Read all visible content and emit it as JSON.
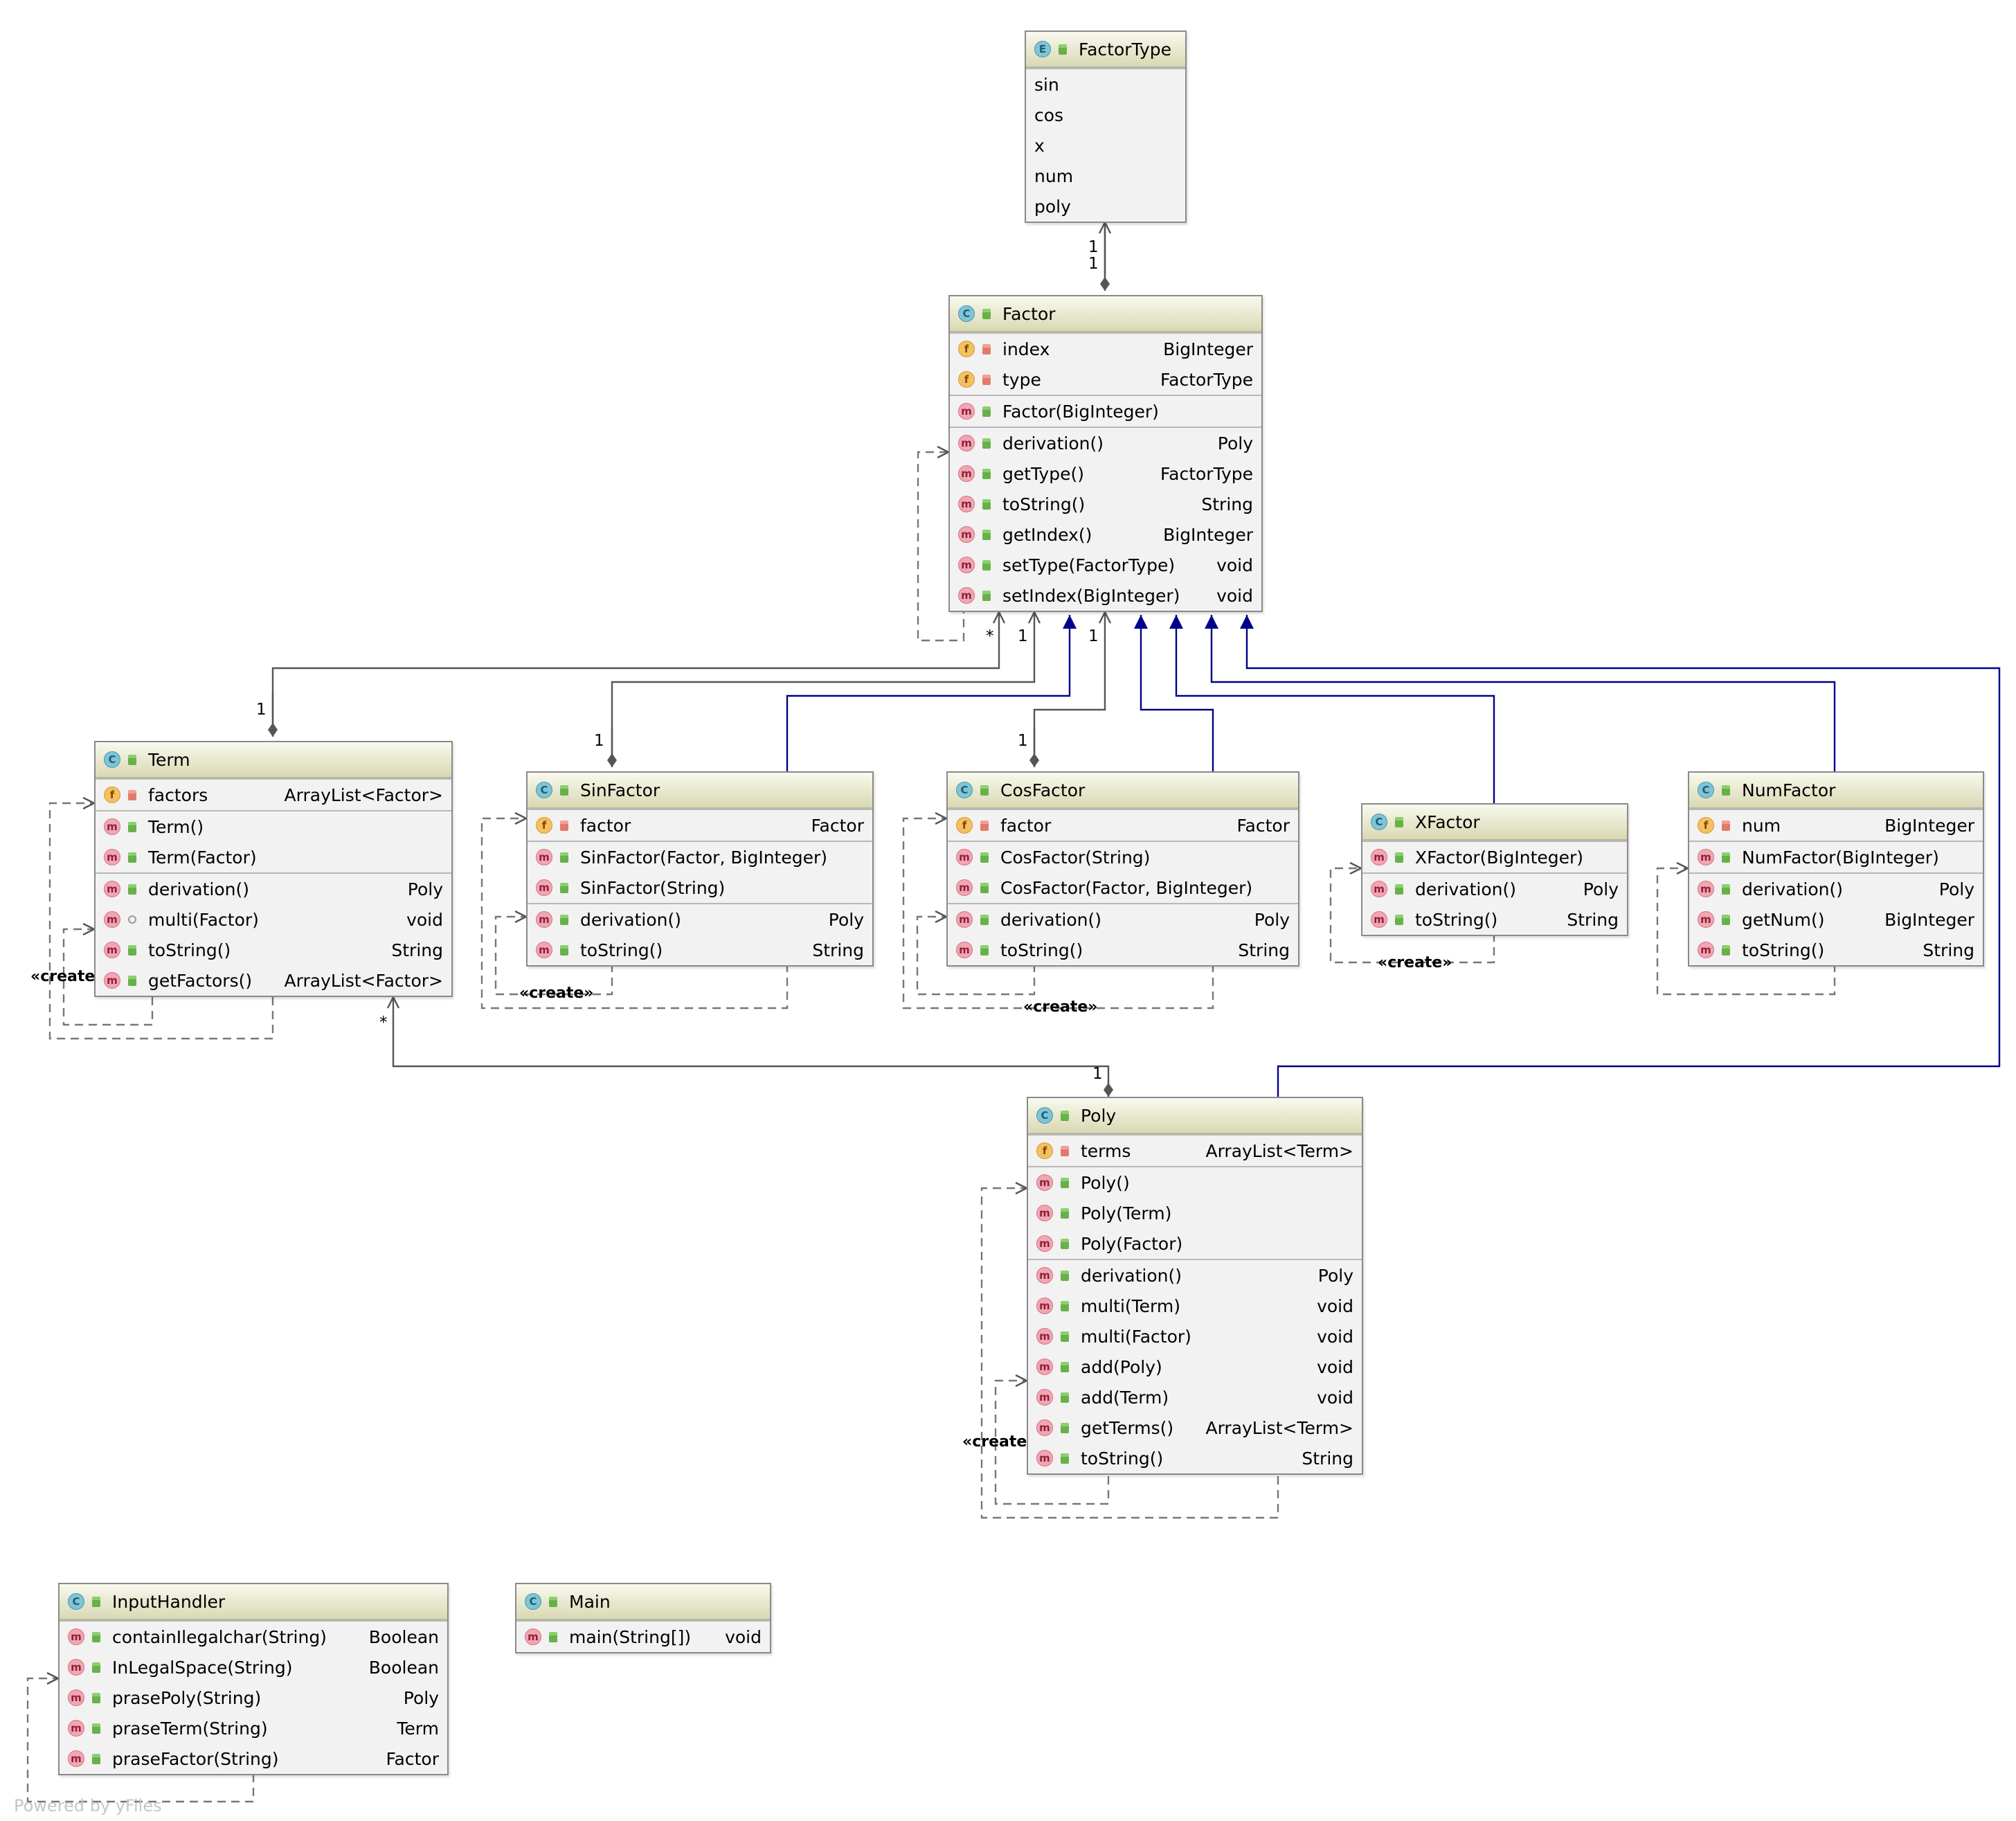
{
  "classes": {
    "factortype": {
      "kind": "E",
      "name": "FactorType",
      "sections": [
        [
          {
            "n": "sin"
          },
          {
            "n": "cos"
          },
          {
            "n": "x"
          },
          {
            "n": "num"
          },
          {
            "n": "poly"
          }
        ]
      ]
    },
    "factor": {
      "kind": "C",
      "name": "Factor",
      "sections": [
        [
          {
            "k": "f",
            "v": "priv",
            "n": "index",
            "t": "BigInteger"
          },
          {
            "k": "f",
            "v": "priv",
            "n": "type",
            "t": "FactorType"
          }
        ],
        [
          {
            "k": "m",
            "v": "pub",
            "n": "Factor(BigInteger)",
            "t": ""
          }
        ],
        [
          {
            "k": "m",
            "v": "pub",
            "n": "derivation()",
            "t": "Poly"
          },
          {
            "k": "m",
            "v": "pub",
            "n": "getType()",
            "t": "FactorType"
          },
          {
            "k": "m",
            "v": "pub",
            "n": "toString()",
            "t": "String"
          },
          {
            "k": "m",
            "v": "pub",
            "n": "getIndex()",
            "t": "BigInteger"
          },
          {
            "k": "m",
            "v": "pub",
            "n": "setType(FactorType)",
            "t": "void"
          },
          {
            "k": "m",
            "v": "pub",
            "n": "setIndex(BigInteger)",
            "t": "void"
          }
        ]
      ]
    },
    "term": {
      "kind": "C",
      "name": "Term",
      "sections": [
        [
          {
            "k": "f",
            "v": "priv",
            "n": "factors",
            "t": "ArrayList<Factor>"
          }
        ],
        [
          {
            "k": "m",
            "v": "pub",
            "n": "Term()",
            "t": ""
          },
          {
            "k": "m",
            "v": "pub",
            "n": "Term(Factor)",
            "t": ""
          }
        ],
        [
          {
            "k": "m",
            "v": "pub",
            "n": "derivation()",
            "t": "Poly"
          },
          {
            "k": "m",
            "v": "pkg",
            "n": "multi(Factor)",
            "t": "void"
          },
          {
            "k": "m",
            "v": "pub",
            "n": "toString()",
            "t": "String"
          },
          {
            "k": "m",
            "v": "pub",
            "n": "getFactors()",
            "t": "ArrayList<Factor>"
          }
        ]
      ]
    },
    "sinfactor": {
      "kind": "C",
      "name": "SinFactor",
      "sections": [
        [
          {
            "k": "f",
            "v": "priv",
            "n": "factor",
            "t": "Factor"
          }
        ],
        [
          {
            "k": "m",
            "v": "pub",
            "n": "SinFactor(Factor, BigInteger)",
            "t": ""
          },
          {
            "k": "m",
            "v": "pub",
            "n": "SinFactor(String)",
            "t": ""
          }
        ],
        [
          {
            "k": "m",
            "v": "pub",
            "n": "derivation()",
            "t": "Poly"
          },
          {
            "k": "m",
            "v": "pub",
            "n": "toString()",
            "t": "String"
          }
        ]
      ]
    },
    "cosfactor": {
      "kind": "C",
      "name": "CosFactor",
      "sections": [
        [
          {
            "k": "f",
            "v": "priv",
            "n": "factor",
            "t": "Factor"
          }
        ],
        [
          {
            "k": "m",
            "v": "pub",
            "n": "CosFactor(String)",
            "t": ""
          },
          {
            "k": "m",
            "v": "pub",
            "n": "CosFactor(Factor, BigInteger)",
            "t": ""
          }
        ],
        [
          {
            "k": "m",
            "v": "pub",
            "n": "derivation()",
            "t": "Poly"
          },
          {
            "k": "m",
            "v": "pub",
            "n": "toString()",
            "t": "String"
          }
        ]
      ]
    },
    "xfactor": {
      "kind": "C",
      "name": "XFactor",
      "sections": [
        [
          {
            "k": "m",
            "v": "pub",
            "n": "XFactor(BigInteger)",
            "t": ""
          }
        ],
        [
          {
            "k": "m",
            "v": "pub",
            "n": "derivation()",
            "t": "Poly"
          },
          {
            "k": "m",
            "v": "pub",
            "n": "toString()",
            "t": "String"
          }
        ]
      ]
    },
    "numfactor": {
      "kind": "C",
      "name": "NumFactor",
      "sections": [
        [
          {
            "k": "f",
            "v": "priv",
            "n": "num",
            "t": "BigInteger"
          }
        ],
        [
          {
            "k": "m",
            "v": "pub",
            "n": "NumFactor(BigInteger)",
            "t": ""
          }
        ],
        [
          {
            "k": "m",
            "v": "pub",
            "n": "derivation()",
            "t": "Poly"
          },
          {
            "k": "m",
            "v": "pub",
            "n": "getNum()",
            "t": "BigInteger"
          },
          {
            "k": "m",
            "v": "pub",
            "n": "toString()",
            "t": "String"
          }
        ]
      ]
    },
    "poly": {
      "kind": "C",
      "name": "Poly",
      "sections": [
        [
          {
            "k": "f",
            "v": "priv",
            "n": "terms",
            "t": "ArrayList<Term>"
          }
        ],
        [
          {
            "k": "m",
            "v": "pub",
            "n": "Poly()",
            "t": ""
          },
          {
            "k": "m",
            "v": "pub",
            "n": "Poly(Term)",
            "t": ""
          },
          {
            "k": "m",
            "v": "pub",
            "n": "Poly(Factor)",
            "t": ""
          }
        ],
        [
          {
            "k": "m",
            "v": "pub",
            "n": "derivation()",
            "t": "Poly"
          },
          {
            "k": "m",
            "v": "pub",
            "n": "multi(Term)",
            "t": "void"
          },
          {
            "k": "m",
            "v": "pub",
            "n": "multi(Factor)",
            "t": "void"
          },
          {
            "k": "m",
            "v": "pub",
            "n": "add(Poly)",
            "t": "void"
          },
          {
            "k": "m",
            "v": "pub",
            "n": "add(Term)",
            "t": "void"
          },
          {
            "k": "m",
            "v": "pub",
            "n": "getTerms()",
            "t": "ArrayList<Term>"
          },
          {
            "k": "m",
            "v": "pub",
            "n": "toString()",
            "t": "String"
          }
        ]
      ]
    },
    "inputhandler": {
      "kind": "C",
      "name": "InputHandler",
      "sections": [
        [
          {
            "k": "m",
            "v": "pub",
            "n": "containIlegalchar(String)",
            "t": "Boolean"
          },
          {
            "k": "m",
            "v": "pub",
            "n": "InLegalSpace(String)",
            "t": "Boolean"
          },
          {
            "k": "m",
            "v": "pub",
            "n": "prasePoly(String)",
            "t": "Poly"
          },
          {
            "k": "m",
            "v": "pub",
            "n": "praseTerm(String)",
            "t": "Term"
          },
          {
            "k": "m",
            "v": "pub",
            "n": "praseFactor(String)",
            "t": "Factor"
          }
        ]
      ]
    },
    "main": {
      "kind": "C",
      "name": "Main",
      "sections": [
        [
          {
            "k": "m",
            "v": "pub",
            "n": "main(String[])",
            "t": "void"
          }
        ]
      ]
    }
  },
  "labels": {
    "mult_1": "1",
    "mult_star": "*",
    "create": "«create»"
  },
  "colors": {
    "inheritance": "#00008b",
    "association": "#555555",
    "dependency": "#777777"
  },
  "watermark": "Powered by yFiles"
}
